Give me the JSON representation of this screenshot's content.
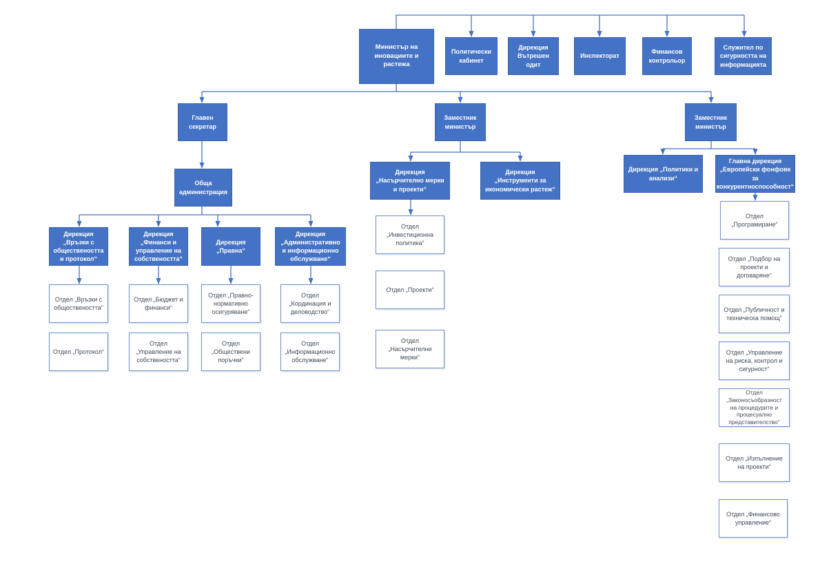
{
  "diagram": {
    "nodes": [
      {
        "id": "minister",
        "label": "Министър на иновациите и растежа",
        "style": "filled"
      },
      {
        "id": "political-cabinet",
        "label": "Политически кабинет",
        "style": "filled"
      },
      {
        "id": "internal-audit",
        "label": "Дирекция Вътрешен одит",
        "style": "filled"
      },
      {
        "id": "inspectorate",
        "label": "Инспекторат",
        "style": "filled"
      },
      {
        "id": "financial-controller",
        "label": "Финансов контрольор",
        "style": "filled"
      },
      {
        "id": "security-officer",
        "label": "Служител по сигурността на информацията",
        "style": "filled"
      },
      {
        "id": "chief-secretary",
        "label": "Главен секретар",
        "style": "filled"
      },
      {
        "id": "deputy-minister-1",
        "label": "Заместник министър",
        "style": "filled"
      },
      {
        "id": "deputy-minister-2",
        "label": "Заместник министър",
        "style": "filled"
      },
      {
        "id": "general-administration",
        "label": "Обща администрация",
        "style": "filled"
      },
      {
        "id": "dir-public-relations",
        "label": "Дирекция „Връзки с обществеността и протокол“",
        "style": "filled"
      },
      {
        "id": "dir-finance",
        "label": "Дирекция „Финанси и управление на собствеността“",
        "style": "filled"
      },
      {
        "id": "dir-legal",
        "label": "Дирекция „Правна“",
        "style": "filled"
      },
      {
        "id": "dir-admin-info",
        "label": "Дирекция „Административно и информационно обслужване“",
        "style": "filled"
      },
      {
        "id": "dept-public-relations",
        "label": "Отдел „Връзки с обществеността“",
        "style": "outline"
      },
      {
        "id": "dept-protocol",
        "label": "Отдел „Протокол“",
        "style": "outline"
      },
      {
        "id": "dept-budget",
        "label": "Отдел „Бюджет и финанси“",
        "style": "outline"
      },
      {
        "id": "dept-property",
        "label": "Отдел „Управление на собствеността“",
        "style": "outline"
      },
      {
        "id": "dept-legal-normative",
        "label": "Отдел „Правно-нормативно осигуряване“",
        "style": "outline"
      },
      {
        "id": "dept-procurement",
        "label": "Отдел „Обществени поръчки“",
        "style": "outline"
      },
      {
        "id": "dept-coordination",
        "label": "Отдел „Кординация и деловодство“",
        "style": "outline"
      },
      {
        "id": "dept-info-service",
        "label": "Отдел „Информационно обслужване“",
        "style": "outline"
      },
      {
        "id": "dir-encouragement",
        "label": "Дирекция „Насърчително мерки и проекти“",
        "style": "filled"
      },
      {
        "id": "dir-economic-instruments",
        "label": "Дирекция „Инструменти за икономически растеж“",
        "style": "filled"
      },
      {
        "id": "dept-investment-policy",
        "label": "Отдел „Инвестиционна политика“",
        "style": "outline"
      },
      {
        "id": "dept-projects",
        "label": "Отдел „Проекти“",
        "style": "outline"
      },
      {
        "id": "dept-encouragement-measures",
        "label": "Отдел „Насърчителни мерки“",
        "style": "outline"
      },
      {
        "id": "dir-policies",
        "label": "Дирекция „Политики и анализи“",
        "style": "filled"
      },
      {
        "id": "dir-eu-funds",
        "label": "Главна дирекция „Европейски фонфове за конкурентноспособност“",
        "style": "filled"
      },
      {
        "id": "dept-programming",
        "label": "Отдел „Програмиране“",
        "style": "outline"
      },
      {
        "id": "dept-selection",
        "label": "Отдел „Подбор на проекти и договаряне“",
        "style": "outline"
      },
      {
        "id": "dept-publicity",
        "label": "Отдел „Публичност и техническа помощ“",
        "style": "outline"
      },
      {
        "id": "dept-risk",
        "label": "Отдел „Управление на риска, контрол и сигурност“",
        "style": "outline"
      },
      {
        "id": "dept-legality",
        "label": "Отдел „Законосъобразност на процедурите и процесуално представителство“",
        "style": "outline"
      },
      {
        "id": "dept-implementation",
        "label": "Отдел „Изпълнение на проекти“",
        "style": "outline"
      },
      {
        "id": "dept-financial-management",
        "label": "Отдел „Финансово управление“",
        "style": "outline"
      }
    ],
    "edges": [
      [
        "minister",
        "political-cabinet"
      ],
      [
        "minister",
        "internal-audit"
      ],
      [
        "minister",
        "inspectorate"
      ],
      [
        "minister",
        "financial-controller"
      ],
      [
        "minister",
        "security-officer"
      ],
      [
        "minister",
        "chief-secretary"
      ],
      [
        "minister",
        "deputy-minister-1"
      ],
      [
        "minister",
        "deputy-minister-2"
      ],
      [
        "chief-secretary",
        "general-administration"
      ],
      [
        "general-administration",
        "dir-public-relations"
      ],
      [
        "general-administration",
        "dir-finance"
      ],
      [
        "general-administration",
        "dir-legal"
      ],
      [
        "general-administration",
        "dir-admin-info"
      ],
      [
        "dir-public-relations",
        "dept-public-relations"
      ],
      [
        "dir-finance",
        "dept-budget"
      ],
      [
        "dir-legal",
        "dept-legal-normative"
      ],
      [
        "dir-admin-info",
        "dept-coordination"
      ],
      [
        "deputy-minister-1",
        "dir-encouragement"
      ],
      [
        "deputy-minister-1",
        "dir-economic-instruments"
      ],
      [
        "dir-encouragement",
        "dept-investment-policy"
      ],
      [
        "deputy-minister-2",
        "dir-policies"
      ],
      [
        "deputy-minister-2",
        "dir-eu-funds"
      ],
      [
        "dir-eu-funds",
        "dept-programming"
      ]
    ]
  },
  "colors": {
    "filled": "#4472c4",
    "outline_border": "#6f8ecb",
    "line": "#4472c4",
    "outline_text": "#404a5a"
  }
}
